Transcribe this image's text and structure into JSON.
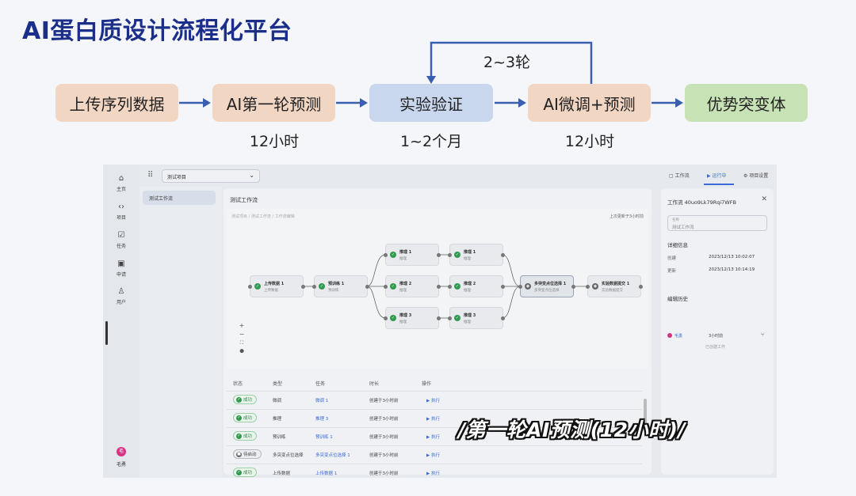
{
  "slide": {
    "title": "AI蛋白质设计流程化平台",
    "flow": [
      {
        "label": "上传序列数据",
        "color": "#f2d6c4"
      },
      {
        "label": "AI第一轮预测",
        "sub": "12小时",
        "color": "#f2d6c4"
      },
      {
        "label": "实验验证",
        "sub": "1~2个月",
        "color": "#c9d7ee"
      },
      {
        "label": "AI微调+预测",
        "sub": "12小时",
        "color": "#f2d6c4"
      },
      {
        "label": "优势突变体",
        "color": "#c7e2b5"
      }
    ],
    "loop_label": "2~3轮",
    "caption": "/第一轮AI预测(12小时)/"
  },
  "app": {
    "nav": [
      {
        "icon": "home-icon",
        "glyph": "⌂",
        "label": "主页"
      },
      {
        "icon": "code-icon",
        "glyph": "‹›",
        "label": "项目"
      },
      {
        "icon": "task-icon",
        "glyph": "☑",
        "label": "任务"
      },
      {
        "icon": "apply-icon",
        "glyph": "▣",
        "label": "申请"
      },
      {
        "icon": "user-icon",
        "glyph": "♙",
        "label": "用户"
      }
    ],
    "nav_user": {
      "avatar": "毛",
      "name": "毛勇"
    },
    "project_select": "测试项目",
    "top_buttons": {
      "workflow": "工作流",
      "running": "运行中",
      "settings": "项目设置"
    },
    "sidebar_item": "测试工作流",
    "main_title": "测试工作流",
    "canvas_path": "测试项目 / 测试工作流 / 工作流编辑",
    "canvas_saved": "上次更新于3小时前",
    "nodes": [
      {
        "title": "上传数据 1",
        "sub": "上传数据",
        "status": "ok"
      },
      {
        "title": "预训练 1",
        "sub": "预训练",
        "status": "ok"
      },
      {
        "title": "推理 1",
        "sub": "推理",
        "status": "ok"
      },
      {
        "title": "推理 2",
        "sub": "推理",
        "status": "ok"
      },
      {
        "title": "推理 3",
        "sub": "推理",
        "status": "ok"
      },
      {
        "title": "推理 1",
        "sub": "推理",
        "status": "ok"
      },
      {
        "title": "推理 2",
        "sub": "推理",
        "status": "ok"
      },
      {
        "title": "推理 3",
        "sub": "推理",
        "status": "ok"
      },
      {
        "title": "多突变点位选择 1",
        "sub": "多突变点位选择",
        "status": "wait"
      },
      {
        "title": "实验数据提交 1",
        "sub": "实验数据提交",
        "status": "wait"
      }
    ],
    "zoom": [
      "+",
      "−",
      "⛶",
      "⬤"
    ],
    "table": {
      "headers": [
        "状态",
        "类型",
        "任务",
        "时长",
        "操作"
      ],
      "rows": [
        {
          "status": "成功",
          "ok": true,
          "type": "微调",
          "task": "微调 1",
          "time": "创建于3小时前",
          "action": "执行"
        },
        {
          "status": "成功",
          "ok": true,
          "type": "推理",
          "task": "推理 3",
          "time": "创建于3小时前",
          "action": "执行"
        },
        {
          "status": "成功",
          "ok": true,
          "type": "预训练",
          "task": "预训练 1",
          "time": "创建于3小时前",
          "action": "执行"
        },
        {
          "status": "待启动",
          "ok": false,
          "type": "多突变点位选择",
          "task": "多突变点位选择 1",
          "time": "创建于3小时前",
          "action": "执行"
        },
        {
          "status": "成功",
          "ok": true,
          "type": "上传数据",
          "task": "上传数据 1",
          "time": "创建于3小时前",
          "action": "执行"
        }
      ]
    },
    "panel": {
      "title": "工作流 40uo9Lk79Rqi7WFB",
      "name_label": "名称",
      "name_value": "测试工作流",
      "details": "详细信息",
      "created_label": "创建",
      "created_value": "2023/12/13 10:02:07",
      "updated_label": "更新",
      "updated_value": "2023/12/13 10:14:19",
      "history": "编辑历史",
      "history_user": "毛勇",
      "history_time": "3小时前",
      "history_note": "已创建工作"
    }
  }
}
